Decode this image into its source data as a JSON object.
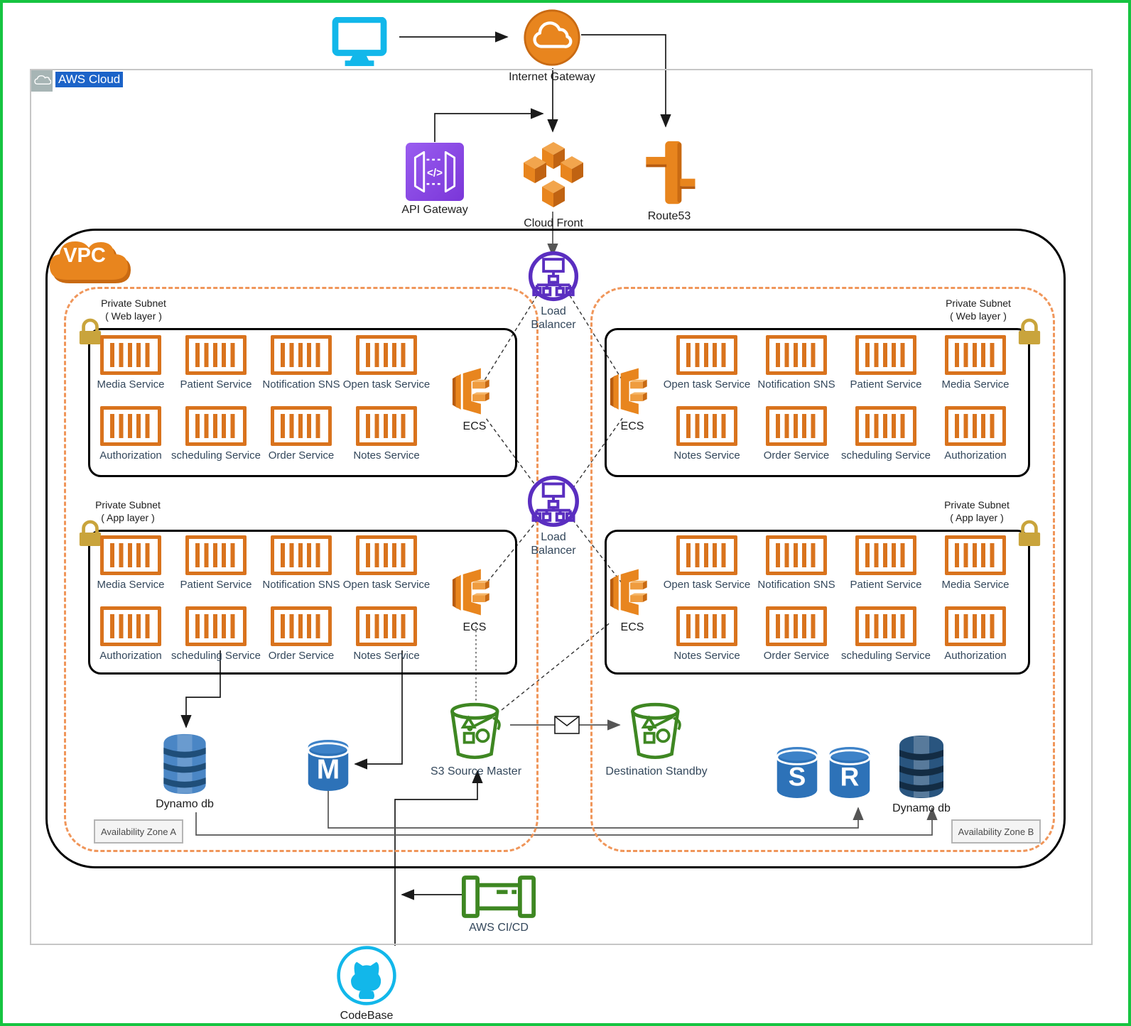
{
  "colors": {
    "aws_orange": "#e8851e",
    "container_orange": "#d9731d",
    "lb_purple": "#5a2ec0",
    "api_purple": "#8742e0",
    "green": "#3e8722",
    "cyan": "#12b7ea",
    "db_blue": "#2d72b8",
    "dynamo_blue": "#4a86c5",
    "subnet_dash_orange": "#f0965a",
    "lock_gold": "#c9a43c",
    "selection_blue": "#1c63c8",
    "frame_green": "#16c440"
  },
  "icons": {
    "client": "monitor-icon",
    "internet_gateway": "cloud-circle-icon",
    "api_gateway": "code-brackets-icon",
    "cloud_front": "boxes-3d-icon",
    "route53": "route-sign-icon",
    "load_balancer": "network-tree-icon",
    "ecs": "container-orchestrator-icon",
    "service": "container-bars-icon",
    "lock": "padlock-icon",
    "s3": "bucket-icon",
    "dynamodb": "faceted-barrel-icon",
    "database": "cylinder-icon",
    "message": "envelope-icon",
    "cicd": "pipeline-icon",
    "codebase": "git-cat-icon",
    "vpc": "cloud-badge-icon",
    "aws_cloud": "cloud-square-icon"
  },
  "aws_cloud": {
    "label": "AWS Cloud"
  },
  "vpc": {
    "label": "VPC"
  },
  "external": {
    "internet_gateway": "Internet Gateway",
    "api_gateway": "API Gateway",
    "cloud_front": "Cloud Front",
    "route53": "Route53",
    "api_glyph": "</>"
  },
  "load_balancers": [
    {
      "line1": "Load",
      "line2": "Balancer"
    },
    {
      "line1": "Load",
      "line2": "Balancer"
    }
  ],
  "subnets": [
    {
      "title": "Private Subnet",
      "subtitle": "( Web layer )",
      "ecs": "ECS",
      "row1": [
        "Media Service",
        "Patient Service",
        "Notification SNS",
        "Open task Service"
      ],
      "row2": [
        "Authorization",
        "scheduling Service",
        "Order Service",
        "Notes Service"
      ]
    },
    {
      "title": "Private Subnet",
      "subtitle": "( Web layer )",
      "ecs": "ECS",
      "row1": [
        "Open task Service",
        "Notification SNS",
        "Patient Service",
        "Media Service"
      ],
      "row2": [
        "Notes Service",
        "Order Service",
        "scheduling Service",
        "Authorization"
      ]
    },
    {
      "title": "Private Subnet",
      "subtitle": "( App layer )",
      "ecs": "ECS",
      "row1": [
        "Media Service",
        "Patient Service",
        "Notification SNS",
        "Open task Service"
      ],
      "row2": [
        "Authorization",
        "scheduling Service",
        "Order Service",
        "Notes Service"
      ]
    },
    {
      "title": "Private Subnet",
      "subtitle": "( App layer )",
      "ecs": "ECS",
      "row1": [
        "Open task Service",
        "Notification SNS",
        "Patient Service",
        "Media Service"
      ],
      "row2": [
        "Notes Service",
        "Order Service",
        "scheduling Service",
        "Authorization"
      ]
    }
  ],
  "datastores": {
    "dynamo_left": "Dynamo db",
    "mongo_letter": "M",
    "s3_source": "S3 Source Master",
    "destination": "Destination Standby",
    "s_letter": "S",
    "r_letter": "R",
    "dynamo_right": "Dynamo db"
  },
  "zones": {
    "a": "Availability Zone A",
    "b": "Availability Zone B"
  },
  "devops": {
    "cicd": "AWS CI/CD",
    "codebase": "CodeBase"
  }
}
